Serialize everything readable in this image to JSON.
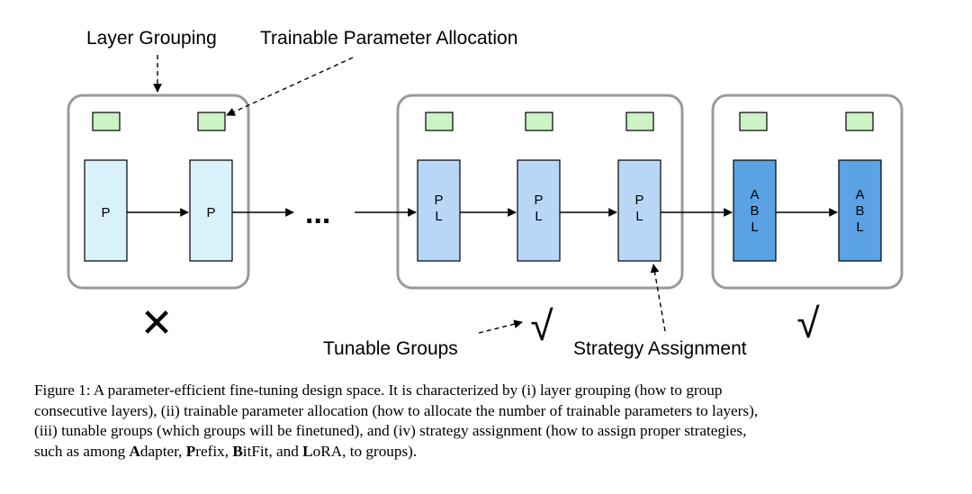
{
  "labels": {
    "layer_grouping": "Layer Grouping",
    "trainable_parameter_allocation": "Trainable Parameter Allocation",
    "tunable_groups": "Tunable Groups",
    "strategy_assignment": "Strategy Assignment",
    "ellipsis": "...",
    "cross_mark": "✕",
    "check_mark_1": "√",
    "check_mark_2": "√"
  },
  "groups": [
    {
      "layers": [
        {
          "lines": [
            "P"
          ]
        },
        {
          "lines": [
            "P"
          ]
        }
      ]
    },
    {
      "layers": [
        {
          "lines": [
            "P",
            "L"
          ]
        },
        {
          "lines": [
            "P",
            "L"
          ]
        },
        {
          "lines": [
            "P",
            "L"
          ]
        }
      ]
    },
    {
      "layers": [
        {
          "lines": [
            "A",
            "B",
            "L"
          ]
        },
        {
          "lines": [
            "A",
            "B",
            "L"
          ]
        }
      ]
    }
  ],
  "colors": {
    "group_border": "#9a9a9a",
    "param_box_fill": "#ccf2c6",
    "layer_fill_group1": "#d9f1fb",
    "layer_fill_group2": "#b8d7f7",
    "layer_fill_group3": "#5aa2e4",
    "stroke": "#000000"
  },
  "caption": {
    "figure_label": "Figure 1:",
    "line1": "A parameter-efficient fine-tuning design space.  It is characterized by (i) layer grouping (how to group",
    "line2": "consecutive layers), (ii) trainable parameter allocation (how to allocate the number of trainable parameters to layers),",
    "line3": "(iii) tunable groups (which groups will be finetuned), and (iv) strategy assignment (how to assign proper strategies,",
    "line4_prefix": "such as among ",
    "adapter_initial": "A",
    "adapter_rest": "dapter, ",
    "prefix_initial": "P",
    "prefix_rest": "refix, ",
    "bitfit_initial": "B",
    "bitfit_rest": "itFit, and ",
    "lora_initial": "L",
    "lora_rest": "oRA, to groups)."
  }
}
